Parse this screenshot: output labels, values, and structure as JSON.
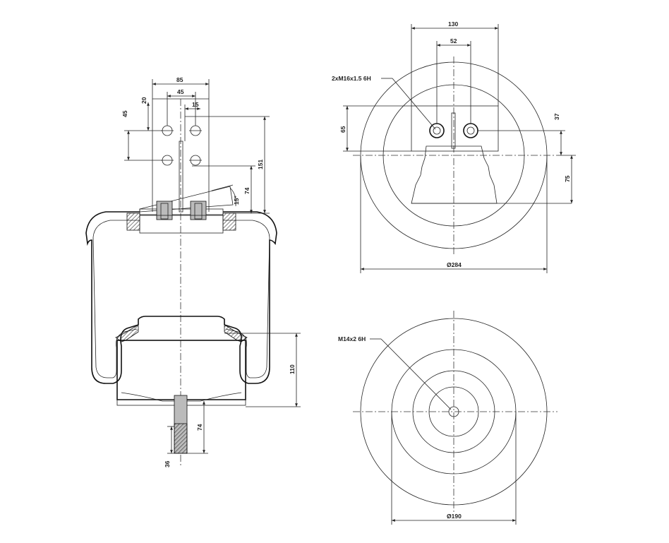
{
  "dimensions": {
    "top_width": "85",
    "hole_spacing_h": "45",
    "edge_offset": "20",
    "pin_offset": "15",
    "hole_spacing_v": "45",
    "total_height": "151",
    "plate_height": "74",
    "angle": "15°",
    "piston_height": "110",
    "stud_length": "74",
    "stud_thread": "36",
    "top_view_span": "130",
    "top_view_holes": "52",
    "top_view_left_height": "65",
    "top_view_right_offset": "37",
    "top_view_right_height": "75",
    "top_diameter": "Ø284",
    "bottom_diameter": "Ø190"
  },
  "callouts": {
    "top_thread": "2xM16x1.5 6H",
    "bottom_thread": "M14x2 6H"
  }
}
